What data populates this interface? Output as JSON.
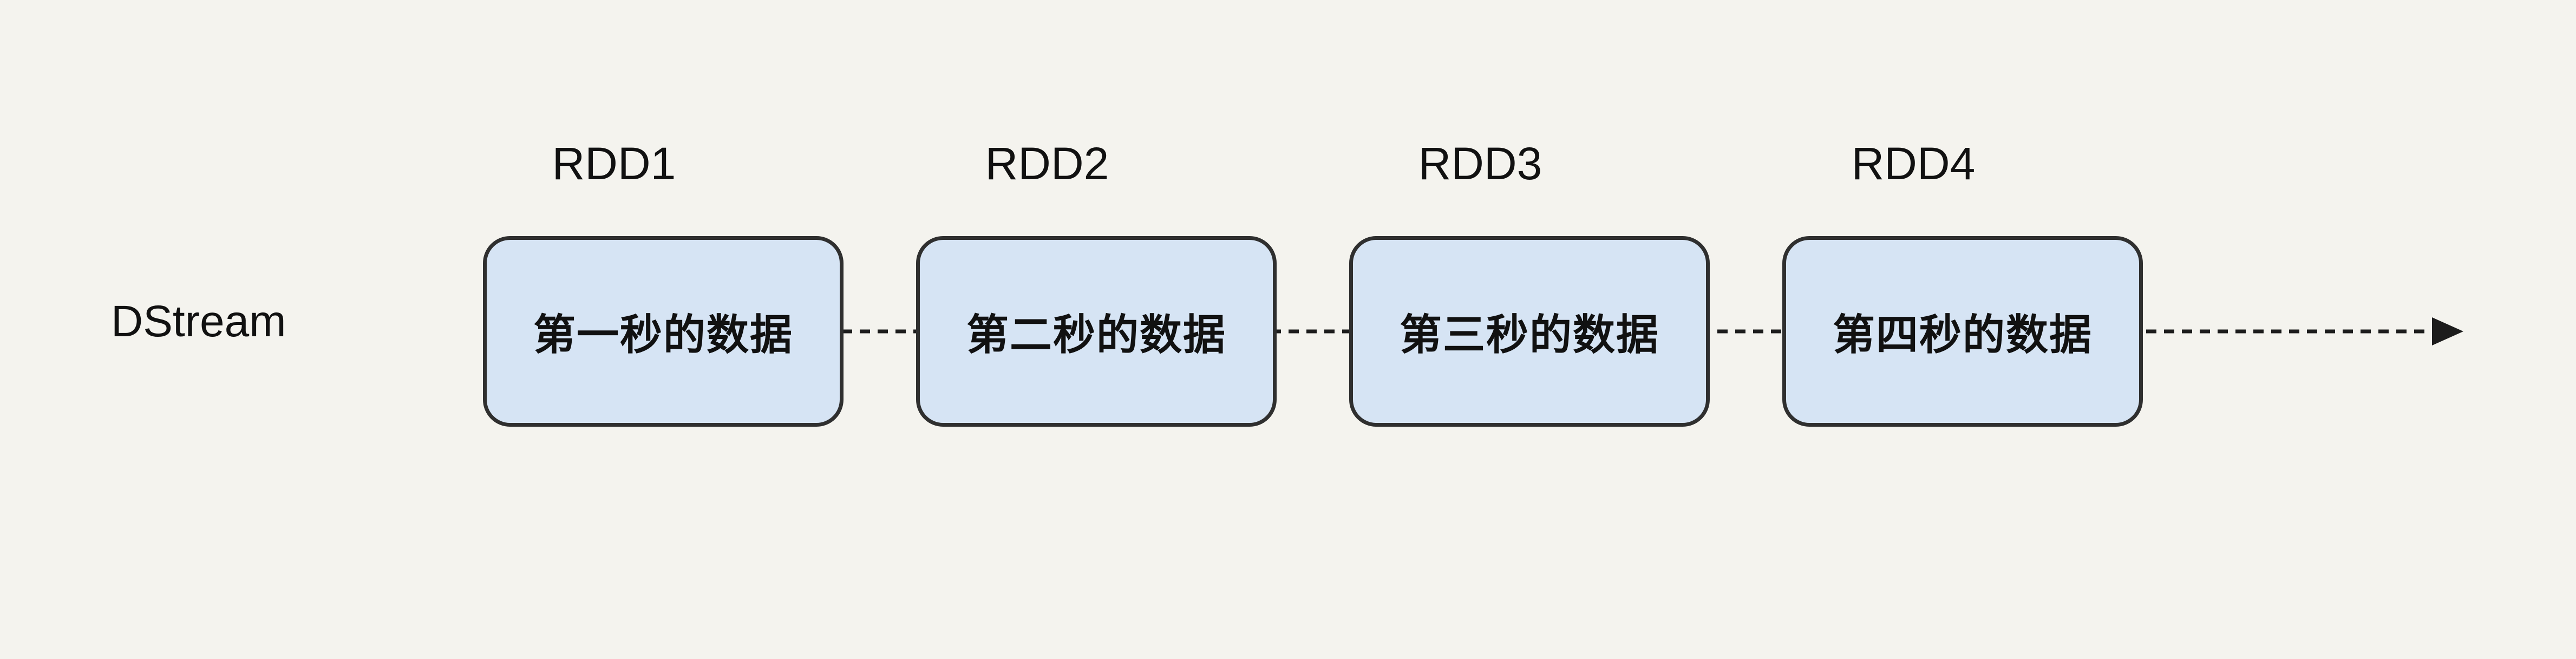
{
  "diagram": {
    "stream_label": "DStream",
    "units": [
      {
        "rdd_label": "RDD1",
        "box_text": "第一秒的数据"
      },
      {
        "rdd_label": "RDD2",
        "box_text": "第二秒的数据"
      },
      {
        "rdd_label": "RDD3",
        "box_text": "第三秒的数据"
      },
      {
        "rdd_label": "RDD4",
        "box_text": "第四秒的数据"
      }
    ],
    "colors": {
      "background": "#f4f3ee",
      "box_fill": "#d6e4f4",
      "box_border": "#2f2f2f",
      "line": "#1c1c1c",
      "text": "#111111"
    }
  }
}
